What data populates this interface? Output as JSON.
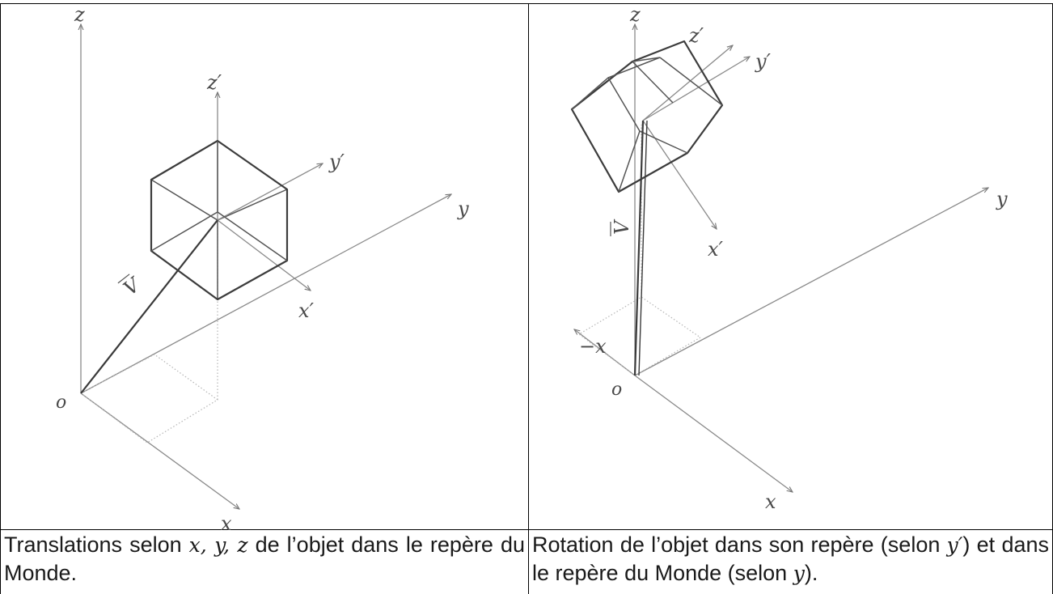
{
  "left_diagram": {
    "axis_labels": {
      "z": "z",
      "y": "y",
      "x": "x",
      "o": "o",
      "z_prime": "z′",
      "y_prime": "y′",
      "x_prime": "x′",
      "vector": "V"
    }
  },
  "right_diagram": {
    "axis_labels": {
      "z": "z",
      "y": "y",
      "x": "x",
      "minus_x": "−x",
      "o": "o",
      "z_prime": "z′",
      "y_prime": "y′",
      "x_prime": "x′",
      "vector": "V"
    }
  },
  "captions": {
    "left": {
      "before": "Translations selon ",
      "math": "x, y, z",
      "after": " de l’objet dans le repère du Monde."
    },
    "right": {
      "before": "Rotation de l’objet dans son repère (selon ",
      "math1": "y′",
      "middle": ") et dans le repère du Monde (selon ",
      "math2": "y",
      "after": ")."
    }
  }
}
